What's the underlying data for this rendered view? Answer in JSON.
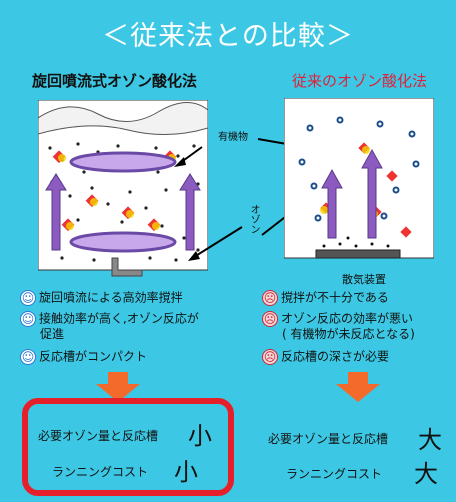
{
  "title": "＜従来法との比較＞",
  "left": {
    "heading": "旋回噴流式オゾン酸化法",
    "items": [
      {
        "icon": "smile-icon",
        "text": "旋回噴流による高効率撹拌"
      },
      {
        "icon": "smile-icon",
        "text": "接触効率が高く,オゾン反応が",
        "text2": "促進"
      },
      {
        "icon": "smile-icon",
        "text": "反応槽がコンパクト"
      }
    ],
    "results": [
      {
        "label": "必要オゾン量と反応槽",
        "value": "小"
      },
      {
        "label": "ランニングコスト",
        "value": "小"
      }
    ]
  },
  "right": {
    "heading": "従来のオゾン酸化法",
    "diffuser_label": "散気装置",
    "items": [
      {
        "icon": "sad-icon",
        "text": "撹拌が不十分である"
      },
      {
        "icon": "sad-icon",
        "text": "オゾン反応の効率が悪い",
        "text2": "( 有機物が未反応となる)"
      },
      {
        "icon": "sad-icon",
        "text": "反応槽の深さが必要"
      }
    ],
    "results": [
      {
        "label": "必要オゾン量と反応槽",
        "value": "大"
      },
      {
        "label": "ランニングコスト",
        "value": "大"
      }
    ]
  },
  "labels": {
    "organic": "有機物",
    "ozone": "オゾン"
  },
  "colors": {
    "background": "#3cc8e4",
    "arrow_orange": "#f36a2a",
    "highlight_red": "#e5202a",
    "flow_purple": "#8b5bbf"
  }
}
